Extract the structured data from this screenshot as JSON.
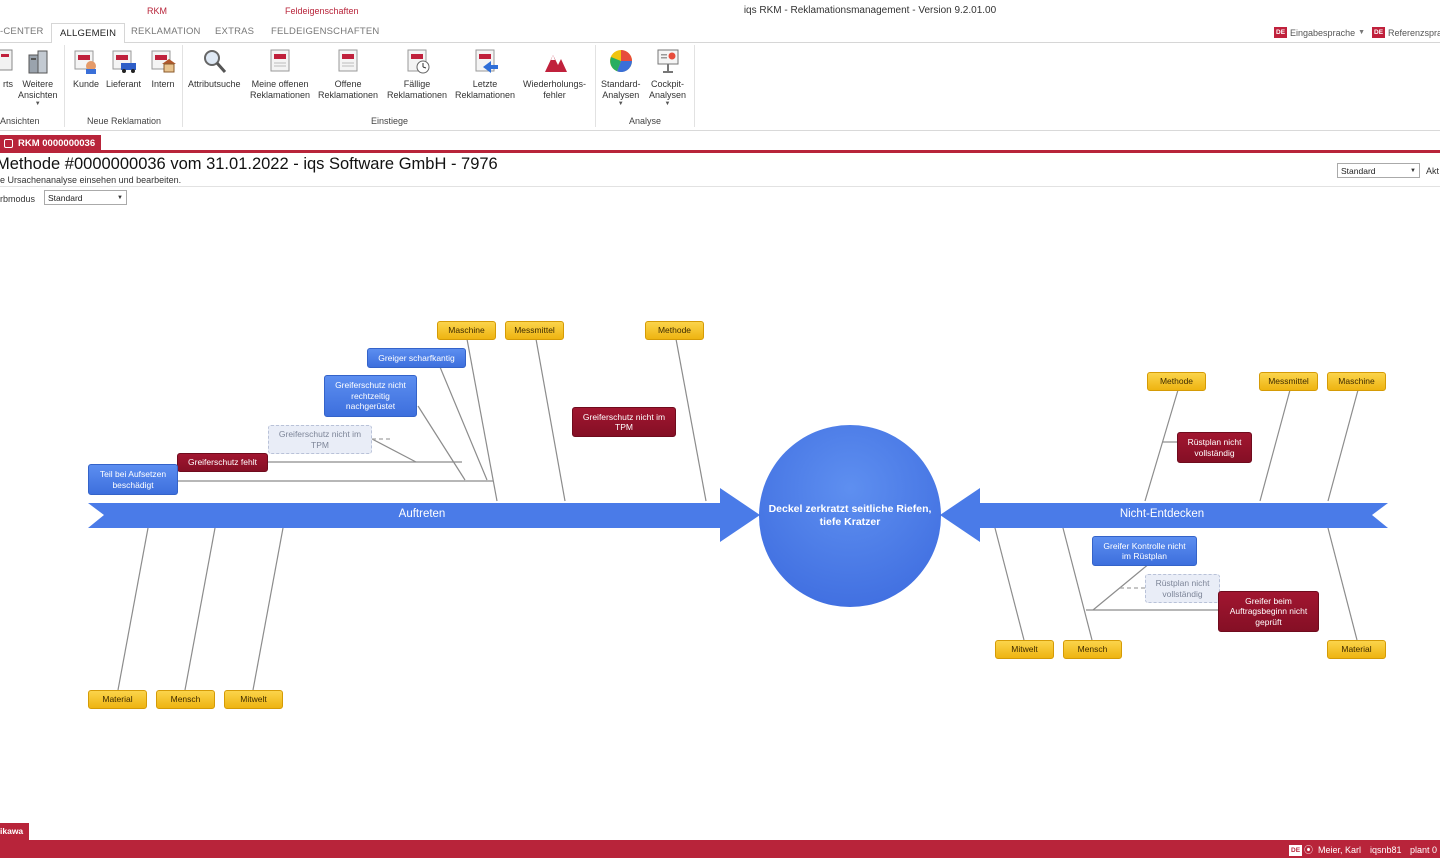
{
  "titlebar": {
    "context_rkm": "RKM",
    "context_feld": "Feldeigenschaften",
    "app_title": "iqs RKM - Reklamationsmanagement - Version 9.2.01.00"
  },
  "tabs": {
    "center": "-CENTER",
    "allgemein": "ALLGEMEIN",
    "reklamation": "REKLAMATION",
    "extras": "EXTRAS",
    "feldeigenschaften": "FELDEIGENSCHAFTEN"
  },
  "lang": {
    "badge": "DE",
    "eingabe": "Eingabesprache",
    "referenz": "Referenzspra"
  },
  "ribbon": {
    "reports": "rts",
    "weitere": "Weitere\nAnsichten",
    "kunde": "Kunde",
    "lieferant": "Lieferant",
    "intern": "Intern",
    "attributsuche": "Attributsuche",
    "meine_offenen": "Meine offenen\nReklamationen",
    "offene": "Offene\nReklamationen",
    "faellige": "Fällige\nReklamationen",
    "letzte": "Letzte\nReklamationen",
    "wiederholung": "Wiederholungs-\nfehler",
    "standard_analysen": "Standard-\nAnalysen",
    "cockpit_analysen": "Cockpit-\nAnalysen",
    "group_ansichten": "Ansichten",
    "group_neue": "Neue Reklamation",
    "group_einstiege": "Einstiege",
    "group_analyse": "Analyse"
  },
  "doc": {
    "tab_label": "RKM 0000000036",
    "title": "Methode #0000000036 vom 31.01.2022 - iqs Software GmbH - 7976",
    "subtitle": "e Ursachenanalyse einsehen und bearbeiten.",
    "farbmodus_label": "rbmodus",
    "farbmodus_value": "Standard",
    "view_value": "Standard",
    "akt": "Akt"
  },
  "diagram": {
    "head": "Deckel zerkratzt seitliche Riefen,\ntiefe Kratzer",
    "left_bone": "Auftreten",
    "right_bone": "Nicht-Entdecken",
    "categories": {
      "l_maschine": "Maschine",
      "l_messmittel": "Messmittel",
      "l_methode": "Methode",
      "l_material": "Material",
      "l_mensch": "Mensch",
      "l_mitwelt": "Mitwelt",
      "r_methode": "Methode",
      "r_messmittel": "Messmittel",
      "r_maschine": "Maschine",
      "r_mitwelt": "Mitwelt",
      "r_mensch": "Mensch",
      "r_material": "Material"
    },
    "causes": {
      "greiger": "Greiger scharfkantig",
      "greiferschutz_nachger": "Greiferschutz nicht\nrechtzeitig\nnachgerüstet",
      "greiferschutz_tpm_ghost": "Greiferschutz nicht im\nTPM",
      "greiferschutz_fehlt": "Greiferschutz fehlt",
      "teil_aufsetzen": "Teil bei Aufsetzen\nbeschädigt",
      "greiferschutz_tpm": "Greiferschutz nicht im\nTPM",
      "ruestplan_red": "Rüstplan nicht\nvollständig",
      "greifer_kontrolle": "Greifer Kontrolle nicht\nim Rüstplan",
      "ruestplan_ghost": "Rüstplan nicht\nvollständig",
      "greifer_auftrag": "Greifer beim\nAuftragsbeginn nicht\ngeprüft"
    }
  },
  "bottom": {
    "tab": "ikawa",
    "badge": "DE",
    "user": "Meier, Karl",
    "host": "iqsnb81",
    "plant": "plant 0"
  },
  "colors": {
    "brand": "#b8243a",
    "bone": "#4a7be8",
    "category": "#f5c52a",
    "cause_red": "#8f1129",
    "cause_blue": "#4a7be8"
  }
}
